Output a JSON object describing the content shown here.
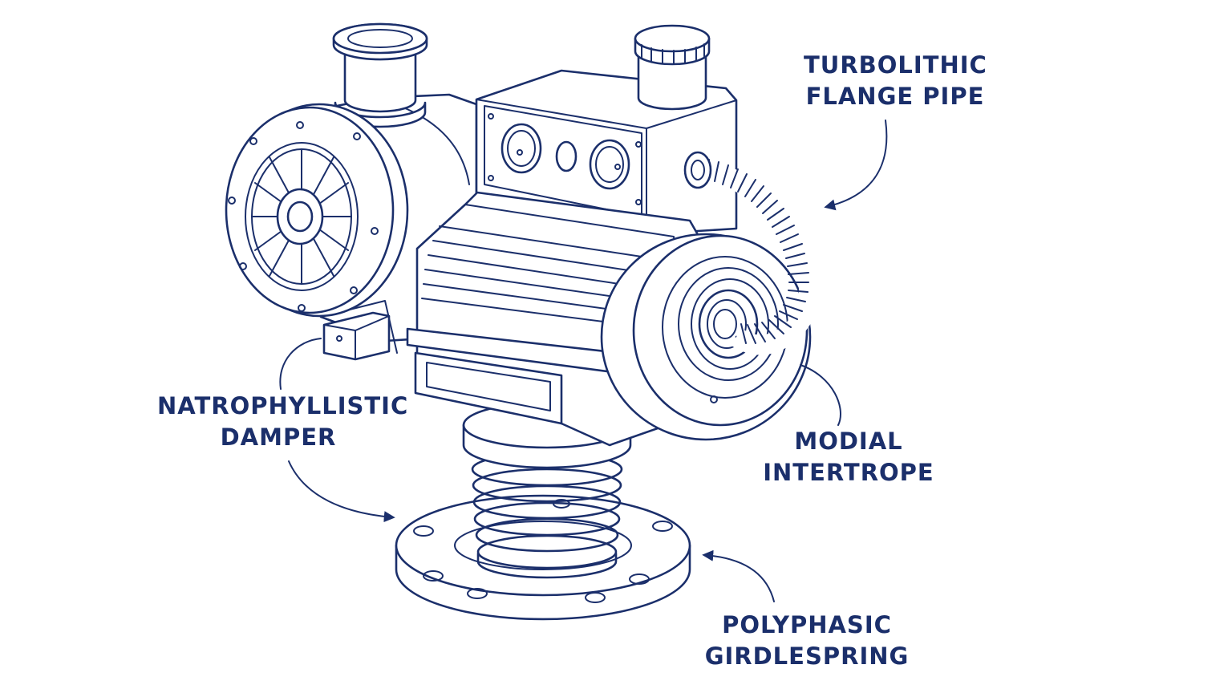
{
  "colors": {
    "ink": "#1b2f6b",
    "background": "#ffffff"
  },
  "labels": {
    "turbolithic": {
      "line1": "TURBOLITHIC",
      "line2": "FLANGE PIPE"
    },
    "natrophyllistic": {
      "line1": "NATROPHYLLISTIC",
      "line2": "DAMPER"
    },
    "modial": {
      "line1": "MODIAL",
      "line2": "INTERTROPE"
    },
    "polyphasic": {
      "line1": "POLYPHASIC",
      "line2": "GIRDLESPRING"
    }
  }
}
